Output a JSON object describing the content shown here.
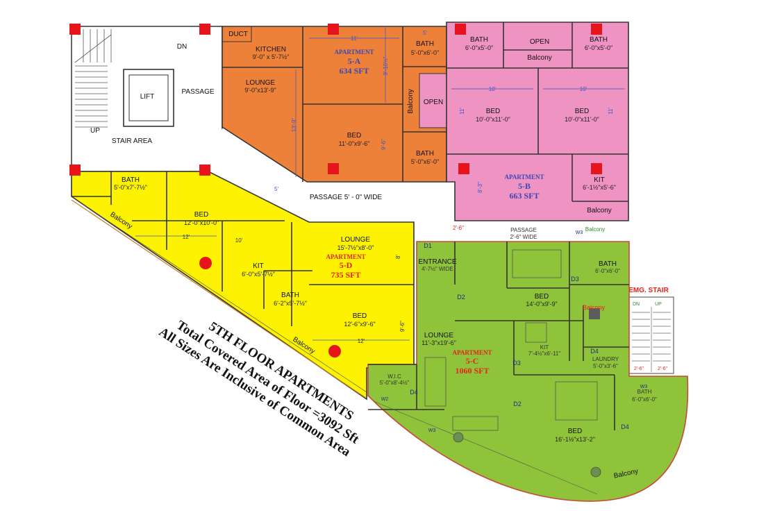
{
  "colors": {
    "orange": "#ee8139",
    "pink": "#ef93c3",
    "yellow": "#fcf202",
    "green": "#8fc33a",
    "column_red": "#e8141b",
    "dim_blue": "#3a55c8",
    "apt_label_blue": "#3a47b4",
    "apt_label_red": "#e5231c"
  },
  "common": {
    "lift": "LIFT",
    "passage": "PASSAGE",
    "stair_area": "STAIR AREA",
    "dn": "DN",
    "up": "UP",
    "passage_main": "PASSAGE  5' - 0\"  WIDE",
    "passage_small_1": "PASSAGE",
    "passage_small_2": "2'-6\" WIDE",
    "emg_stair": "EMG. STAIR",
    "emg_dn": "DN",
    "emg_up": "UP",
    "dim_2_6": "2'-6\""
  },
  "apt_a": {
    "tag": "APARTMENT",
    "id": "5-A",
    "area": "634 SFT",
    "duct": "DUCT",
    "kitchen": "KITCHEN",
    "kitchen_dim": "9'-0\" x 5'-7½\"",
    "lounge": "LOUNGE",
    "lounge_dim": "9'-0\"x13'-9\"",
    "bath1": "BATH",
    "bath1_dim": "5'-0\"x6'-0\"",
    "bed": "BED",
    "bed_dim": "11'-0\"x9'-6\"",
    "bath2": "BATH",
    "bath2_dim": "5'-0\"x6'-0\"",
    "balcony": "Balcony",
    "open": "OPEN",
    "d11": "11'",
    "d5": "5'",
    "d13_9": "13'-9\"",
    "d9_6": "9'-6\"",
    "d10_6": "9'-10½\""
  },
  "apt_b": {
    "tag": "APARTMENT",
    "id": "5-B",
    "area": "663 SFT",
    "bath1": "BATH",
    "bath1_dim": "6'-0\"x5'-0\"",
    "open": "OPEN",
    "balcony_top": "Balcony",
    "bath2": "BATH",
    "bath2_dim": "6'-0\"x5'-0\"",
    "bed1": "BED",
    "bed1_dim": "10'-0\"x11'-0\"",
    "bed2": "BED",
    "bed2_dim": "10'-0\"x11'-0\"",
    "kit": "KIT",
    "kit_dim": "6'-1½\"x5'-6\"",
    "balcony_bottom": "Balcony",
    "d10a": "10'",
    "d10b": "10'",
    "d11a": "11'",
    "d11b": "11'",
    "d8_3": "8'-3\""
  },
  "apt_c": {
    "tag": "APARTMENT",
    "id": "5-C",
    "area": "1060 SFT",
    "entrance": "ENTRANCE",
    "entrance_dim": "4'-7½\" WIDE",
    "bed1": "BED",
    "bed1_dim": "14'-0\"x9'-9\"",
    "bath1": "BATH",
    "bath1_dim": "6'-0\"x6'-0\"",
    "balcony1": "Balcony",
    "lounge": "LOUNGE",
    "lounge_dim": "11'-3\"x19'-6\"",
    "kit": "KIT",
    "kit_dim": "7'-4½\"x6'-11\"",
    "laundry": "LAUNDRY",
    "laundry_dim": "5'-0\"x3'-6\"",
    "wic": "W.I.C",
    "wic_dim": "5'-0\"x8'-4½\"",
    "bed2": "BED",
    "bed2_dim": "16'-1½\"x13'-2\"",
    "bath2": "BATH",
    "bath2_dim": "6'-0\"x6'-0\"",
    "balcony2": "Balcony",
    "doors": [
      "D1",
      "D2",
      "D3",
      "D4",
      "D3",
      "D2",
      "D4",
      "D4"
    ],
    "windows": [
      "W3",
      "W3",
      "W3",
      "W2"
    ],
    "balcony_green": "Balcony"
  },
  "apt_d": {
    "tag": "APARTMENT",
    "id": "5-D",
    "area": "735 SFT",
    "bath1": "BATH",
    "bath1_dim": "5'-0\"x7'-7½\"",
    "bed1": "BED",
    "bed1_dim": "12'-0\"x10'-0\"",
    "lounge": "LOUNGE",
    "lounge_dim": "15'-7½\"x8'-0\"",
    "kit": "KIT",
    "kit_dim": "6'-0\"x5'-7½\"",
    "bath2": "BATH",
    "bath2_dim": "6'-2\"x5'-7½\"",
    "bed2": "BED",
    "bed2_dim": "12'-6\"x9'-6\"",
    "balcony1": "Balcony",
    "balcony2": "Balcony",
    "d12a": "12'",
    "d10": "10'",
    "d12b": "12'",
    "d8": "8'",
    "d5": "5'",
    "d9_6": "9'-6\""
  },
  "notes": {
    "line1": "5TH FLOOR  APARTMENTS",
    "line2": "Total Covered Area of Floor =3092 Sft",
    "line3": "All Sizes Are Inclusive of Common Area"
  }
}
